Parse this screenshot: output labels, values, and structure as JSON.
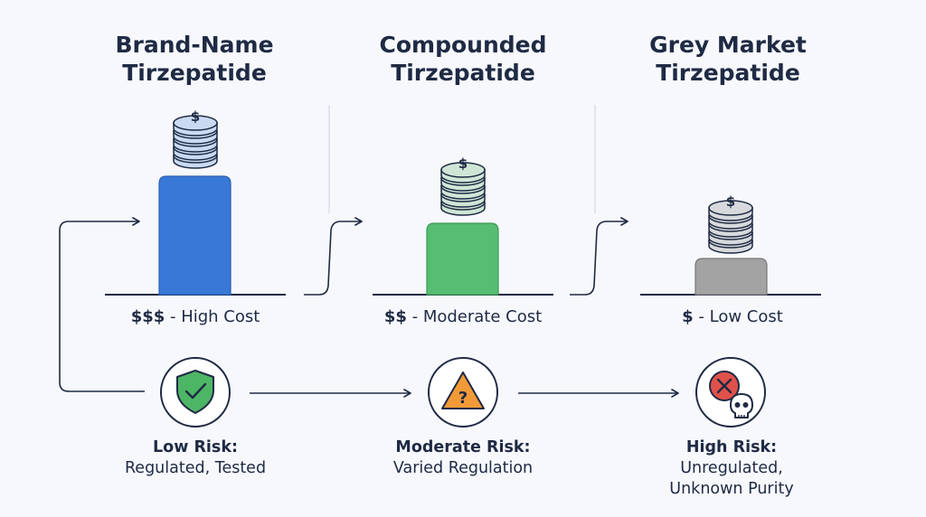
{
  "columns": [
    {
      "title_line1": "Brand-Name",
      "title_line2": "Tirzepatide",
      "cost_symbol": "$$$",
      "cost_text": " - High Cost",
      "risk_title": "Low Risk:",
      "risk_lines": [
        "Regulated, Tested"
      ],
      "bar_color": "#3a78d8",
      "coin_color": "#c9daf2",
      "icon": "shield-check-icon"
    },
    {
      "title_line1": "Compounded",
      "title_line2": "Tirzepatide",
      "cost_symbol": "$$",
      "cost_text": " - Moderate Cost",
      "risk_title": "Moderate Risk:",
      "risk_lines": [
        "Varied Regulation"
      ],
      "bar_color": "#56bd72",
      "coin_color": "#cfe6d6",
      "icon": "warning-triangle-icon"
    },
    {
      "title_line1": "Grey Market",
      "title_line2": "Tirzepatide",
      "cost_symbol": "$",
      "cost_text": " - Low Cost",
      "risk_title": "High Risk:",
      "risk_lines": [
        "Unregulated,",
        "Unknown Purity"
      ],
      "bar_color": "#a3a3a3",
      "coin_color": "#d7d9dc",
      "icon": "x-skull-icon"
    }
  ],
  "coin_symbol": "$",
  "question_symbol": "?"
}
